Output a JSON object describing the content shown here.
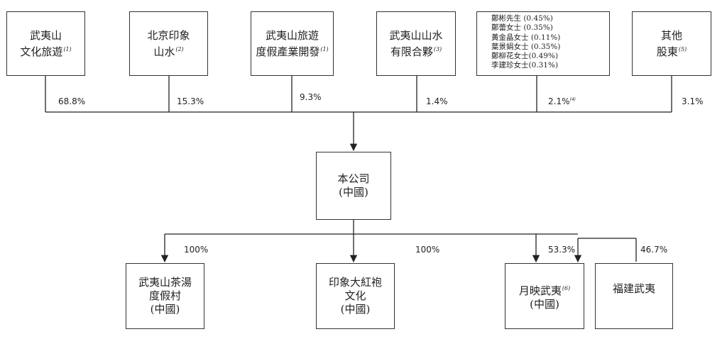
{
  "shareholders": [
    {
      "lines": [
        "武夷山",
        "文化旅遊"
      ],
      "note": "(1)",
      "pct": "68.8%"
    },
    {
      "lines": [
        "北京印象",
        "山水"
      ],
      "note": "(2)",
      "pct": "15.3%"
    },
    {
      "lines": [
        "武夷山旅遊",
        "度假產業開發"
      ],
      "note": "(1)",
      "pct": "9.3%"
    },
    {
      "lines": [
        "武夷山山水",
        "有限合夥"
      ],
      "note": "(3)",
      "pct": "1.4%"
    },
    {
      "lines": [
        "鄭彬先生 (0.45%)",
        "鄭蕾女士 (0.35%)",
        "黃金晶女士 (0.11%)",
        "葉景娟女士 (0.35%)",
        "鄭柳花女士(0.49%)",
        "李建珍女士(0.31%)"
      ],
      "note": "",
      "pct": "2.1%",
      "pct_note": "(4)"
    },
    {
      "lines": [
        "其他",
        "股東"
      ],
      "note": "(5)",
      "pct": "3.1%"
    }
  ],
  "company": {
    "lines": [
      "本公司",
      "(中國)"
    ]
  },
  "subsidiaries": [
    {
      "lines": [
        "武夷山茶湯",
        "度假村",
        "(中國)"
      ],
      "note": "",
      "pct": "100%"
    },
    {
      "lines": [
        "印象大紅袍",
        "文化",
        "(中國)"
      ],
      "note": "",
      "pct": "100%"
    },
    {
      "lines": [
        "月映武夷",
        "(中國)"
      ],
      "note": "(6)",
      "pct": "53.3%"
    }
  ],
  "partner": {
    "lines": [
      "福建武夷"
    ],
    "pct": "46.7%"
  }
}
